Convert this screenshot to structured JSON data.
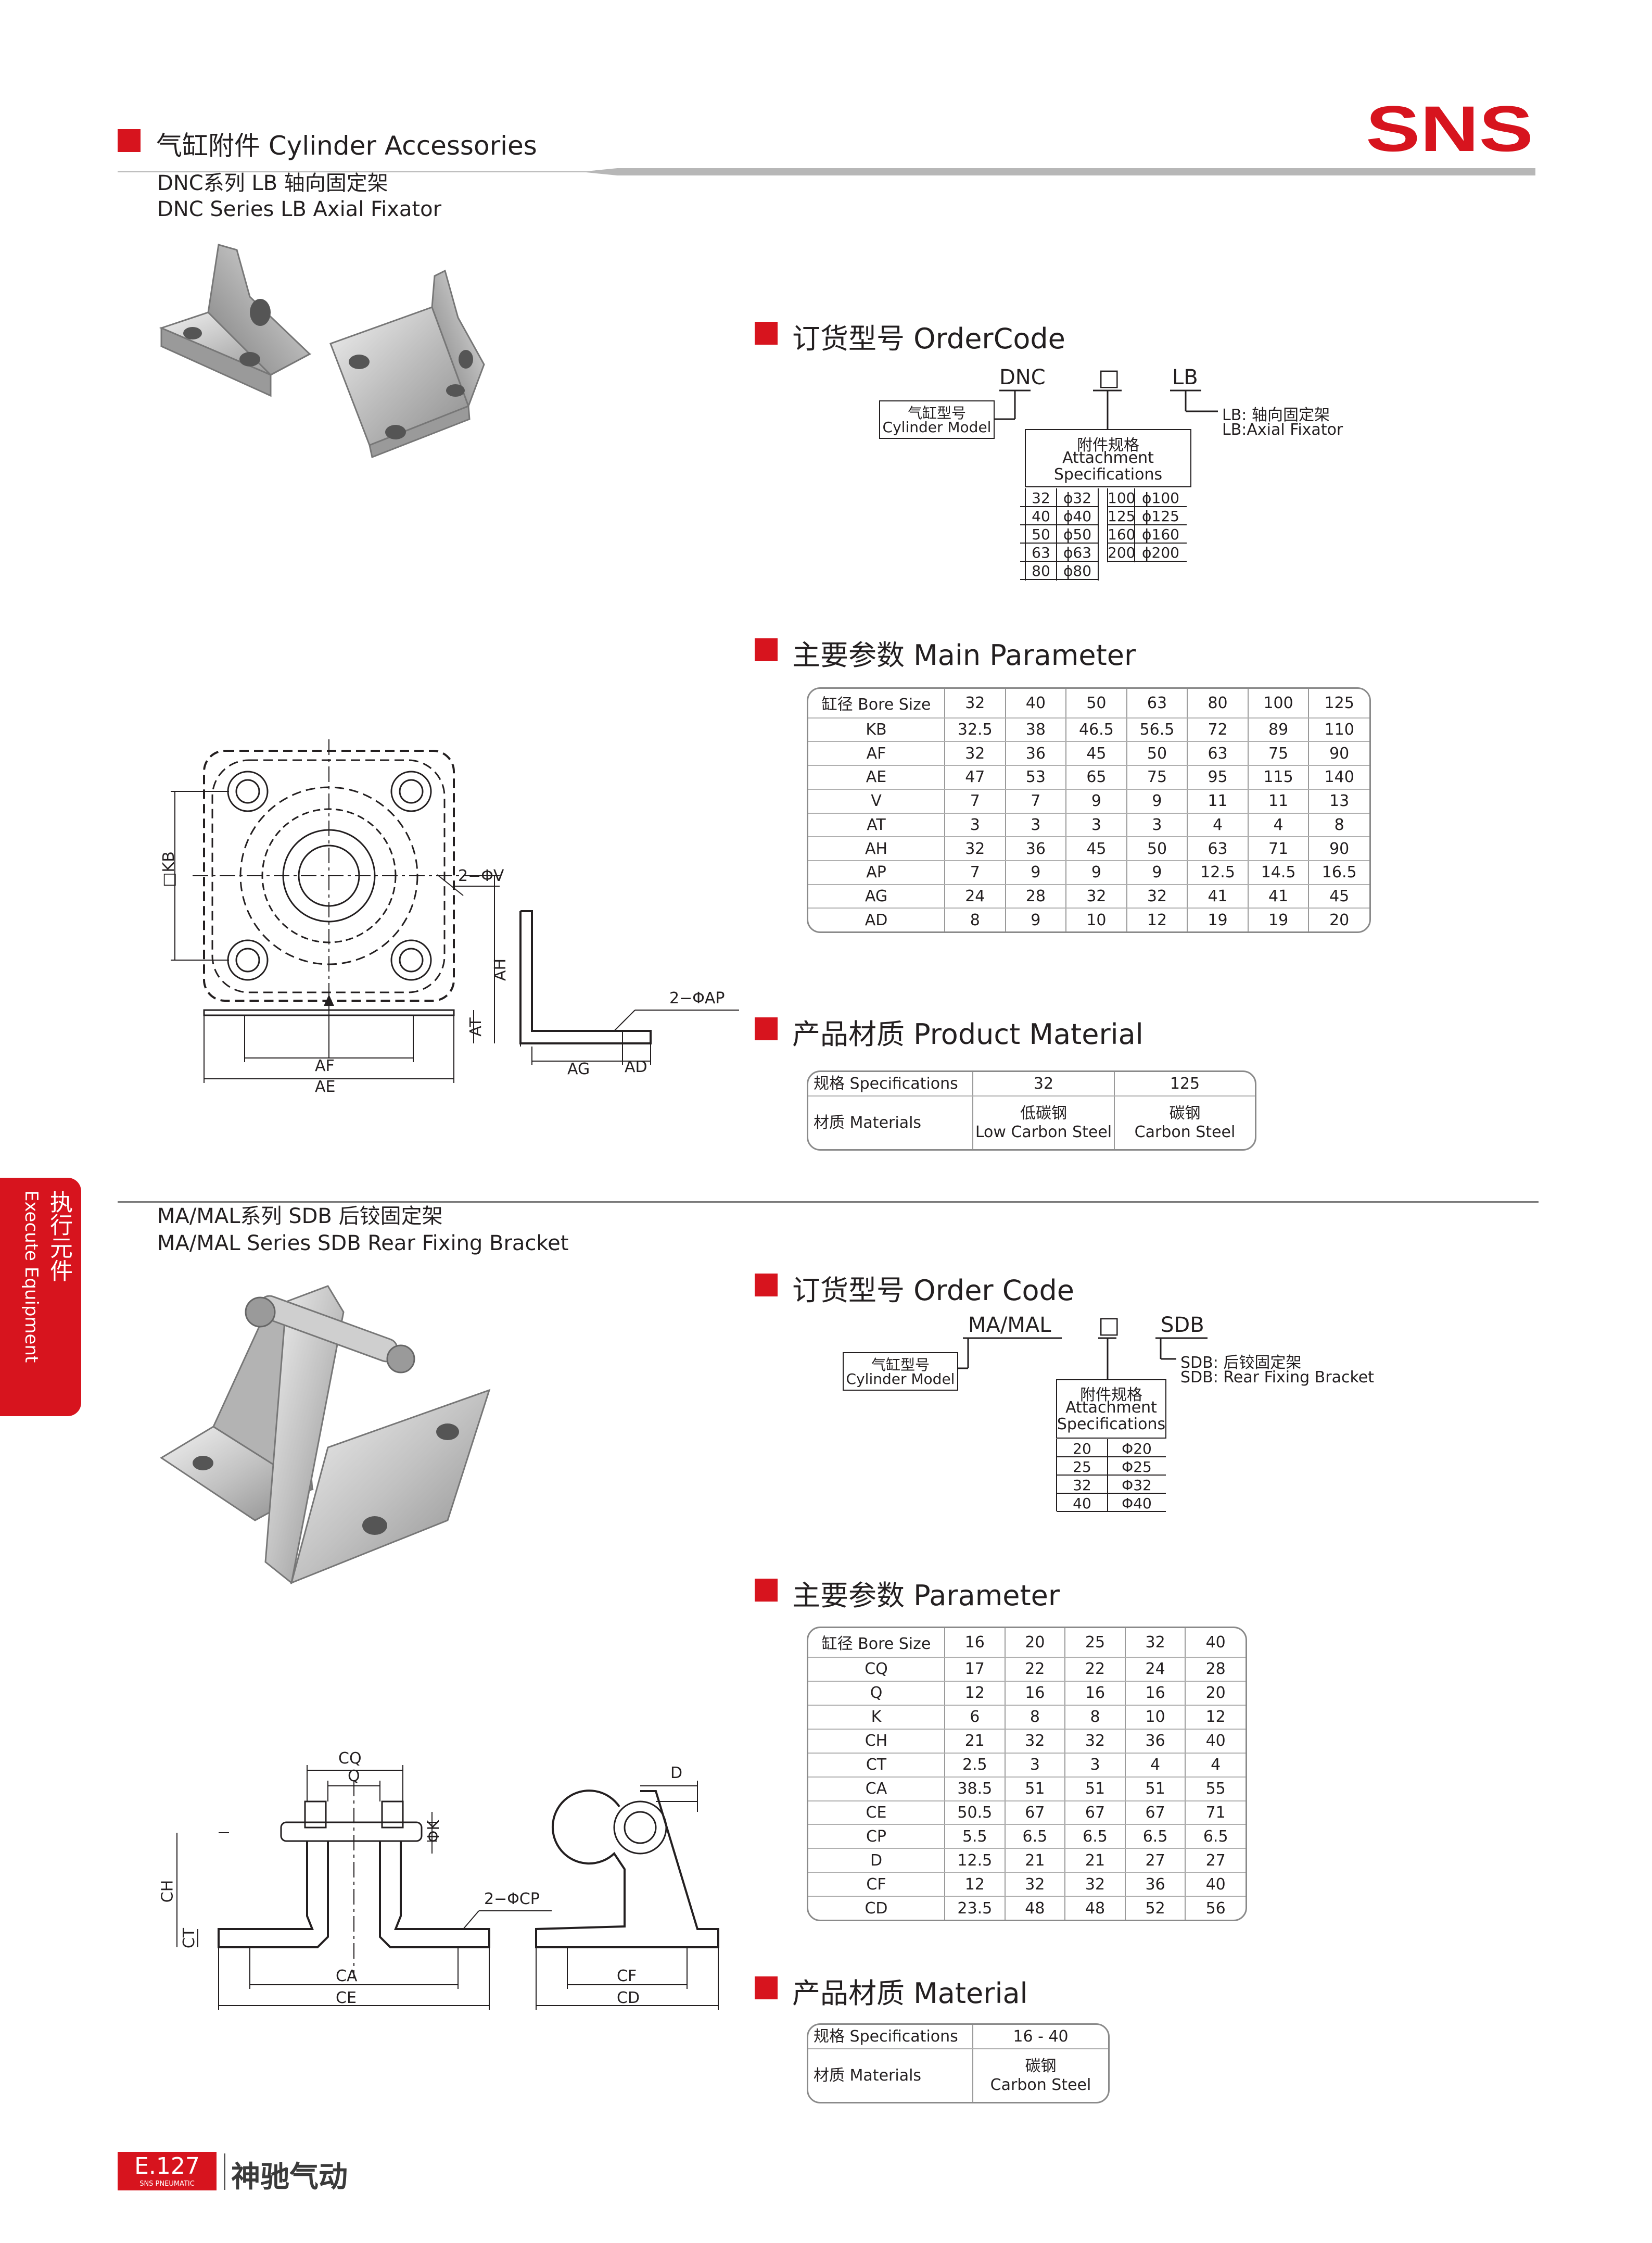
{
  "header": {
    "section": "气缸附件 Cylinder Accessories",
    "brand": "SNS"
  },
  "side_tab": {
    "cn": "执行元件",
    "en": "Execute Equipment"
  },
  "footer": {
    "page": "E.127",
    "sub": "SNS PNEUMATIC",
    "company": "神驰气动"
  },
  "lb": {
    "title_cn": "DNC系列 LB 轴向固定架",
    "title_en": "DNC Series LB Axial Fixator",
    "order_title": "订货型号 OrderCode",
    "order": {
      "prefix": "DNC",
      "box": "□",
      "suffix": "LB",
      "model_cn": "气缸型号",
      "model_en": "Cylinder Model",
      "spec_cn": "附件规格",
      "spec_en1": "Attachment",
      "spec_en2": "Specifications",
      "suffix_desc_cn": "LB: 轴向固定架",
      "suffix_desc_en": "LB:Axial Fixator",
      "codes_left": [
        [
          "32",
          "ϕ32"
        ],
        [
          "40",
          "ϕ40"
        ],
        [
          "50",
          "ϕ50"
        ],
        [
          "63",
          "ϕ63"
        ],
        [
          "80",
          "ϕ80"
        ]
      ],
      "codes_right": [
        [
          "100",
          "ϕ100"
        ],
        [
          "125",
          "ϕ125"
        ],
        [
          "160",
          "ϕ160"
        ],
        [
          "200",
          "ϕ200"
        ]
      ]
    },
    "param_title": "主要参数 Main Parameter",
    "params": {
      "header": [
        "缸径 Bore Size",
        "32",
        "40",
        "50",
        "63",
        "80",
        "100",
        "125"
      ],
      "rows": [
        [
          "KB",
          "32.5",
          "38",
          "46.5",
          "56.5",
          "72",
          "89",
          "110"
        ],
        [
          "AF",
          "32",
          "36",
          "45",
          "50",
          "63",
          "75",
          "90"
        ],
        [
          "AE",
          "47",
          "53",
          "65",
          "75",
          "95",
          "115",
          "140"
        ],
        [
          "V",
          "7",
          "7",
          "9",
          "9",
          "11",
          "11",
          "13"
        ],
        [
          "AT",
          "3",
          "3",
          "3",
          "3",
          "4",
          "4",
          "8"
        ],
        [
          "AH",
          "32",
          "36",
          "45",
          "50",
          "63",
          "71",
          "90"
        ],
        [
          "AP",
          "7",
          "9",
          "9",
          "9",
          "12.5",
          "14.5",
          "16.5"
        ],
        [
          "AG",
          "24",
          "28",
          "32",
          "32",
          "41",
          "41",
          "45"
        ],
        [
          "AD",
          "8",
          "9",
          "10",
          "12",
          "19",
          "19",
          "20"
        ]
      ]
    },
    "material_title": "产品材质 Product Material",
    "material": {
      "spec_label": "规格 Specifications",
      "mat_label": "材质 Materials",
      "specs": [
        "32",
        "125"
      ],
      "mats_cn": [
        "低碳钢",
        "碳钢"
      ],
      "mats_en": [
        "Low Carbon Steel",
        "Carbon Steel"
      ]
    },
    "drawing": {
      "kb": "□KB",
      "v": "2−ΦV",
      "ah": "AH",
      "at": "AT",
      "ap": "2−ΦAP",
      "af": "AF",
      "ae": "AE",
      "ag": "AG",
      "ad": "AD"
    }
  },
  "sdb": {
    "title_cn": "MA/MAL系列 SDB 后铰固定架",
    "title_en": "MA/MAL Series SDB Rear Fixing Bracket",
    "order_title": "订货型号 Order Code",
    "order": {
      "prefix": "MA/MAL",
      "box": "□",
      "suffix": "SDB",
      "model_cn": "气缸型号",
      "model_en": "Cylinder Model",
      "spec_cn": "附件规格",
      "spec_en1": "Attachment",
      "spec_en2": "Specifications",
      "suffix_desc_cn": "SDB: 后铰固定架",
      "suffix_desc_en": "SDB: Rear Fixing Bracket",
      "codes": [
        [
          "20",
          "Φ20"
        ],
        [
          "25",
          "Φ25"
        ],
        [
          "32",
          "Φ32"
        ],
        [
          "40",
          "Φ40"
        ]
      ]
    },
    "param_title": "主要参数 Parameter",
    "params": {
      "header": [
        "缸径 Bore Size",
        "16",
        "20",
        "25",
        "32",
        "40"
      ],
      "rows": [
        [
          "CQ",
          "17",
          "22",
          "22",
          "24",
          "28"
        ],
        [
          "Q",
          "12",
          "16",
          "16",
          "16",
          "20"
        ],
        [
          "K",
          "6",
          "8",
          "8",
          "10",
          "12"
        ],
        [
          "CH",
          "21",
          "32",
          "32",
          "36",
          "40"
        ],
        [
          "CT",
          "2.5",
          "3",
          "3",
          "4",
          "4"
        ],
        [
          "CA",
          "38.5",
          "51",
          "51",
          "51",
          "55"
        ],
        [
          "CE",
          "50.5",
          "67",
          "67",
          "67",
          "71"
        ],
        [
          "CP",
          "5.5",
          "6.5",
          "6.5",
          "6.5",
          "6.5"
        ],
        [
          "D",
          "12.5",
          "21",
          "21",
          "27",
          "27"
        ],
        [
          "CF",
          "12",
          "32",
          "32",
          "36",
          "40"
        ],
        [
          "CD",
          "23.5",
          "48",
          "48",
          "52",
          "56"
        ]
      ]
    },
    "material_title": "产品材质 Material",
    "material": {
      "spec_label": "规格 Specifications",
      "mat_label": "材质 Materials",
      "spec": "16 - 40",
      "mat_cn": "碳钢",
      "mat_en": "Carbon Steel"
    },
    "drawing": {
      "cq": "CQ",
      "q": "Q",
      "k": "ΦK",
      "ch": "CH",
      "ct": "CT",
      "cp": "2−ΦCP",
      "ca": "CA",
      "ce": "CE",
      "d": "D",
      "cf": "CF",
      "cd": "CD"
    }
  }
}
